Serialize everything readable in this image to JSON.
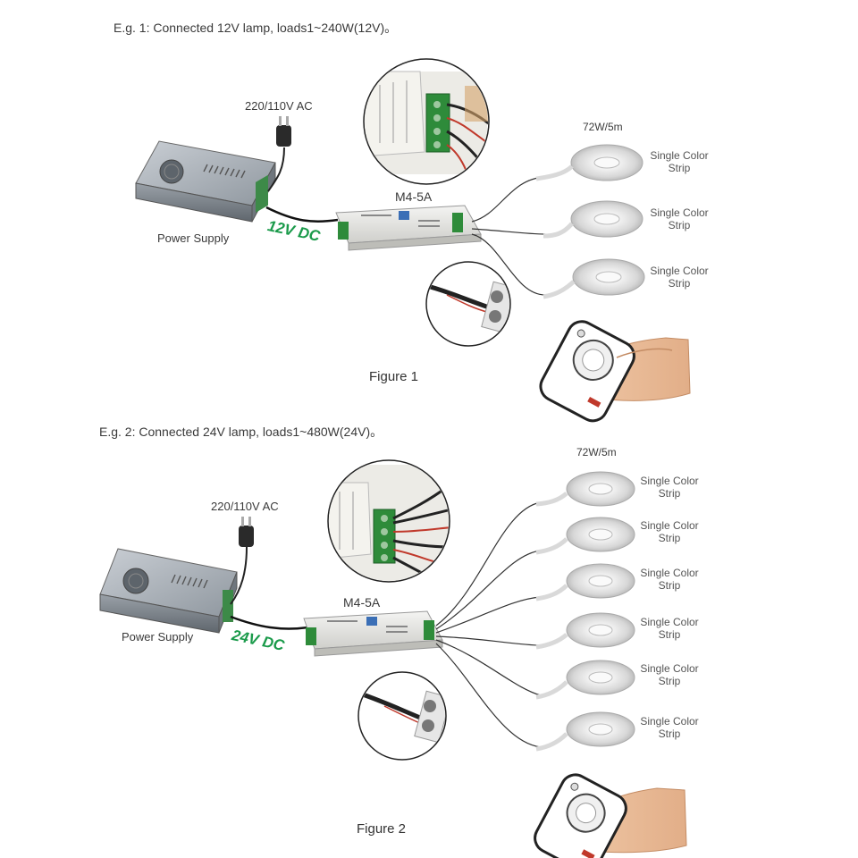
{
  "example1": {
    "title": "E.g. 1: Connected 12V lamp, loads1~240W(12V)。",
    "ac_label": "220/110V AC",
    "power_label": "Power Supply",
    "dc_label": "12V DC",
    "controller_label": "M4-5A",
    "watt_label": "72W/5m",
    "strip_label": "Single Color Strip",
    "strip_count": 3,
    "figure_label": "Figure 1"
  },
  "example2": {
    "title": "E.g. 2: Connected 24V lamp, loads1~480W(24V)。",
    "ac_label": "220/110V AC",
    "power_label": "Power Supply",
    "dc_label": "24V DC",
    "controller_label": "M4-5A",
    "watt_label": "72W/5m",
    "strip_label": "Single Color Strip",
    "strip_count": 6,
    "figure_label": "Figure 2"
  },
  "colors": {
    "dc_text": "#1a9a4a",
    "wire": "#222222",
    "terminal": "#2e8b3a",
    "case": "#7d8690"
  }
}
